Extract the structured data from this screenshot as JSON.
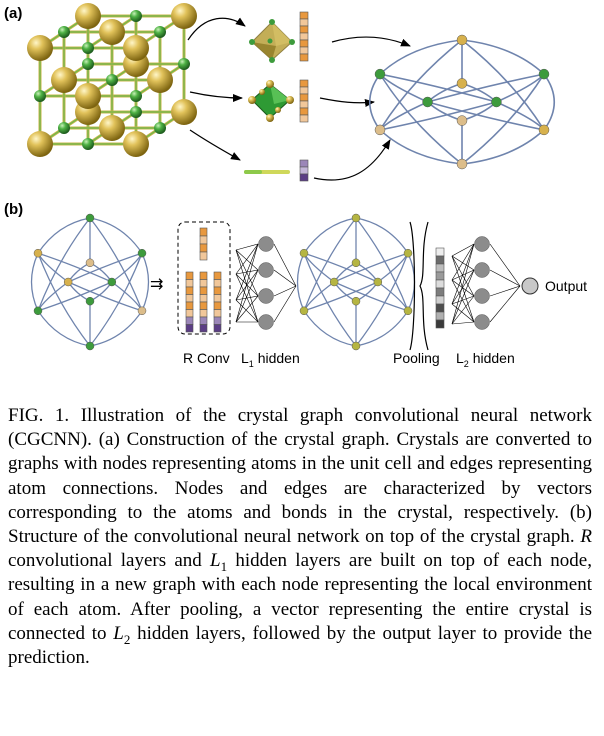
{
  "figure": {
    "panel_a_label": "(a)",
    "panel_b_label": "(b)",
    "labels": {
      "r_conv": "R Conv",
      "l1_hidden": "L",
      "l1_sub": "1",
      "hidden_word": " hidden",
      "pooling": "Pooling",
      "l2_hidden": "L",
      "l2_sub": "2",
      "output": "Output"
    },
    "colors": {
      "edge": "#6f84ad",
      "node_gold": "#d7b14d",
      "node_green": "#3d9b3c",
      "node_tan": "#dcbd8a",
      "node_olive": "#b5b542",
      "vec_orange": "#e8983e",
      "vec_light": "#f1c79a",
      "vec_purple": "#5b3d85",
      "neuron": "#8c8c8c",
      "output_node": "#c8c8c8"
    }
  },
  "caption": {
    "fig": "FIG. 1.",
    "t1": " Illustration of the crystal graph convolutional neural network (CGCNN). (a) Construction of the crystal graph. Crystals are converted to graphs with nodes representing atoms in the unit cell and edges representing atom connections. Nodes and edges are characterized by vectors corresponding to the atoms and bonds in the crystal, respectively. (b) Structure of the convolutional neural network on top of the crystal graph. ",
    "r": "R",
    "t2": " convolutional layers and ",
    "l1": "L",
    "l1_sub": "1",
    "t3": " hidden layers are built on top of each node, resulting in a new graph with each node representing the local environment of each atom. After pooling, a vector representing the entire crystal is connected to ",
    "l2": "L",
    "l2_sub": "2",
    "t4": " hidden layers, followed by the output layer to provide the prediction."
  }
}
